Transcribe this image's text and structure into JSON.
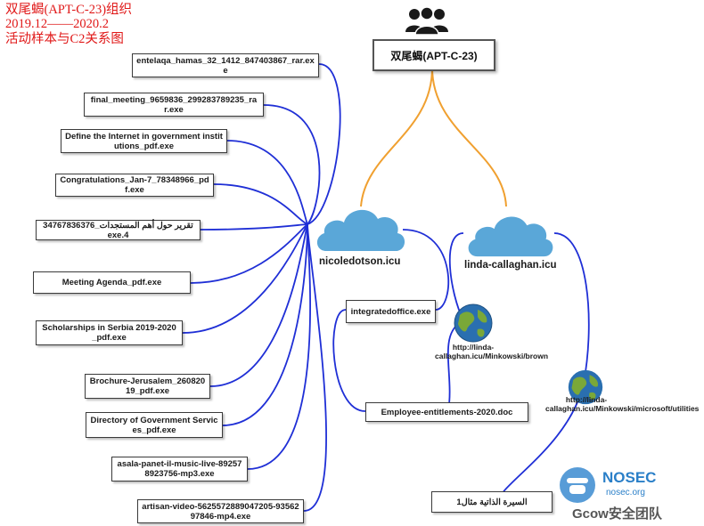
{
  "title": {
    "line1": "双尾蝎(APT-C-23)组织",
    "line2": "2019.12——2020.2",
    "line3": "活动样本与C2关系图"
  },
  "root": {
    "label": "双尾蝎(APT-C-23)"
  },
  "c2_servers": [
    {
      "label": "nicoledotson.icu"
    },
    {
      "label": "linda-callaghan.icu"
    }
  ],
  "samples_nicoledotson": [
    "entelaqa_hamas_32_1412_847403867_rar.exe",
    "final_meeting_9659836_299283789235_rar.exe",
    "Define the Internet in government institutions_pdf.exe",
    "Congratulations_Jan-7_78348966_pdf.exe",
    "تقرير حول أهم المستجدات_347678363764.exe",
    "Meeting Agenda_pdf.exe",
    "Scholarships in Serbia 2019-2020_pdf.exe",
    "Brochure-Jerusalem_26082019_pdf.exe",
    "Directory of Government Services_pdf.exe",
    "asala-panet-il-music-live-892578923756-mp3.exe",
    "artisan-video-5625572889047205-9356297846-mp4.exe"
  ],
  "samples_right": [
    "integratedoffice.exe",
    "Employee-entitlements-2020.doc",
    "السيرة الذاتية مثال1"
  ],
  "urls": [
    "http://linda-callaghan.icu/Minkowski/brown",
    "http://linda-callaghan.icu/Minkowski/microsoft/utilities"
  ],
  "watermark": {
    "brand": "NOSEC",
    "site": "nosec.org",
    "team": "Gcow安全团队"
  },
  "colors": {
    "title": "#e01818",
    "blue_link": "#1f2fd6",
    "orange_link": "#f0a030",
    "cloud": "#5aa7d8",
    "globe_ocean": "#2a6fb0",
    "globe_land": "#7aa838"
  },
  "icons": [
    "users-group-icon",
    "cloud-icon",
    "globe-icon",
    "nosec-logo"
  ]
}
